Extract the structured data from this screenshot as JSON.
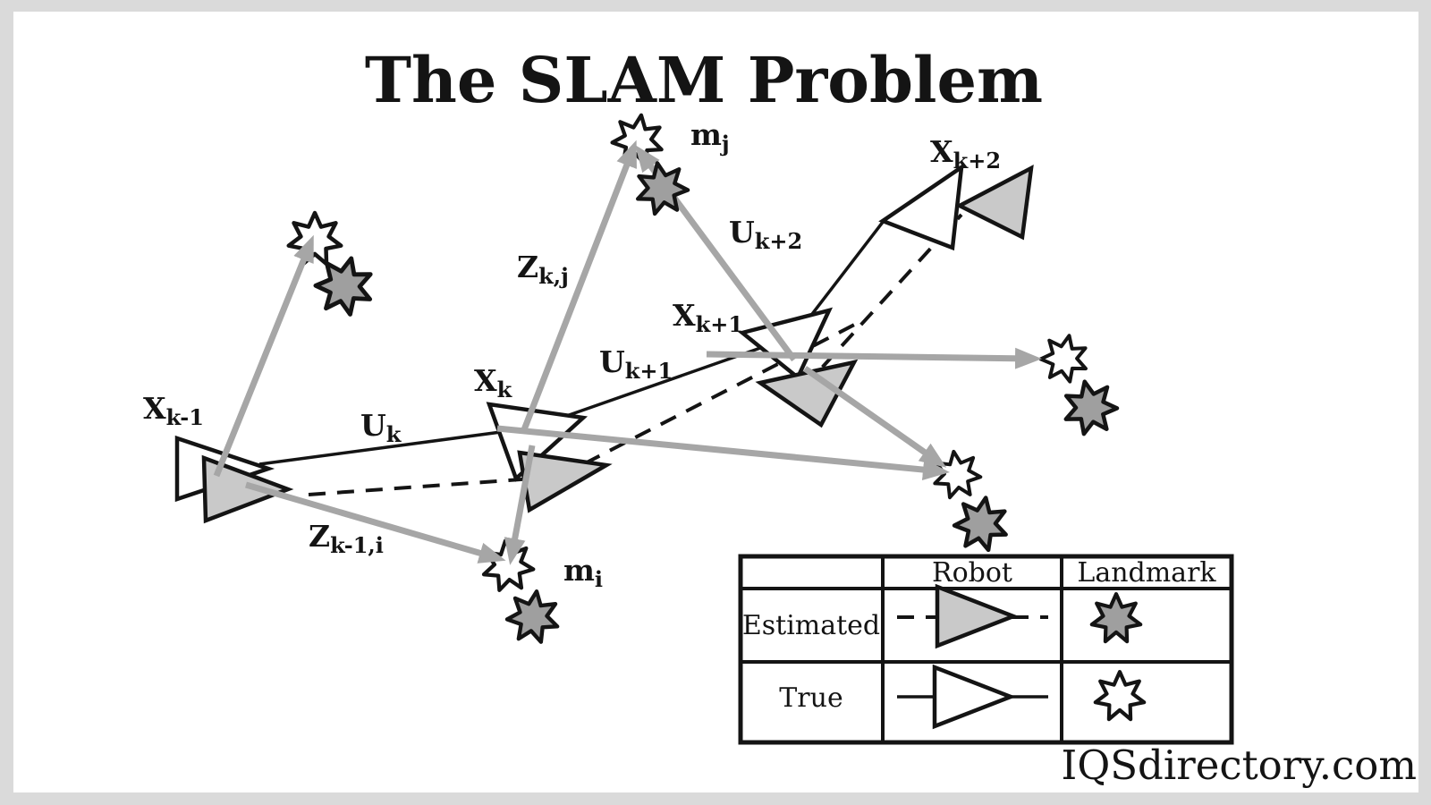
{
  "title": "The SLAM Problem",
  "watermark": "IQSdirectory.com",
  "labels": {
    "x_km1": {
      "main": "X",
      "sub": "k-1"
    },
    "u_k": {
      "main": "U",
      "sub": "k"
    },
    "z_km1i": {
      "main": "Z",
      "sub": "k-1,i"
    },
    "x_k": {
      "main": "X",
      "sub": "k"
    },
    "z_kj": {
      "main": "Z",
      "sub": "k,j"
    },
    "m_j": {
      "main": "m",
      "sub": "j"
    },
    "u_kp1": {
      "main": "U",
      "sub": "k+1"
    },
    "u_kp2": {
      "main": "U",
      "sub": "k+2"
    },
    "x_kp1": {
      "main": "X",
      "sub": "k+1"
    },
    "x_kp2": {
      "main": "X",
      "sub": "k+2"
    },
    "m_i": {
      "main": "m",
      "sub": "i"
    }
  },
  "legend": {
    "col_robot": "Robot",
    "col_landmark": "Landmark",
    "row_estimated": "Estimated",
    "row_true": "True"
  },
  "icons": {
    "true_robot": "white-triangle-icon",
    "estimated_robot": "gray-triangle-icon",
    "true_landmark": "white-7-point-star-icon",
    "estimated_landmark": "gray-7-point-star-icon"
  },
  "colors": {
    "measurement_gray": "#a6a6a6",
    "estimated_fill": "#c9c9c9",
    "estimated_star_fill": "#9f9f9f",
    "line_black": "#141414",
    "frame_gray": "#dadada",
    "canvas_white": "#ffffff"
  }
}
